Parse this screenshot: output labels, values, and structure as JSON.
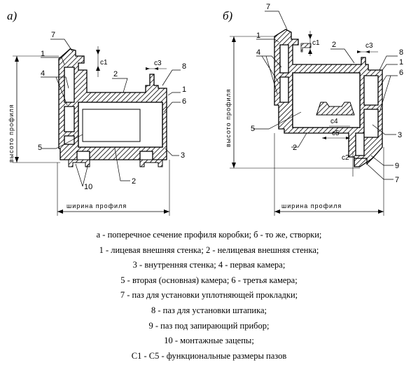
{
  "panels": {
    "a": {
      "title": "а)",
      "height_label": "высото профиля",
      "width_label": "ширина профиля",
      "callouts": [
        "7",
        "1",
        "4",
        "2",
        "8",
        "1",
        "6",
        "5",
        "3",
        "2",
        "10"
      ],
      "dims": [
        "c1",
        "c3"
      ]
    },
    "b": {
      "title": "б)",
      "height_label": "высото профиля",
      "width_label": "ширина профиля",
      "callouts": [
        "7",
        "1",
        "4",
        "2",
        "8",
        "1",
        "6",
        "5",
        "3",
        "2",
        "9",
        "7"
      ],
      "dims": [
        "c1",
        "c3",
        "c4",
        "c5",
        "c2"
      ]
    }
  },
  "caption": [
    "а - поперечное сечение профиля коробки; б - то же, створки;",
    "1 - лицевая внешняя стенка; 2 - нелицевая внешняя стенка;",
    "3 - внутренняя стенка; 4 - первая камера;",
    "5 - вторая (основная) камера; 6 - третья камера;",
    "7 - паз для установки уплотняющей прокладки;",
    "8 - паз для установки штапика;",
    "9 - паз под запирающий прибор;",
    "10 - монтажные зацепы;",
    "С1 - С5 - функциональные размеры пазов"
  ]
}
